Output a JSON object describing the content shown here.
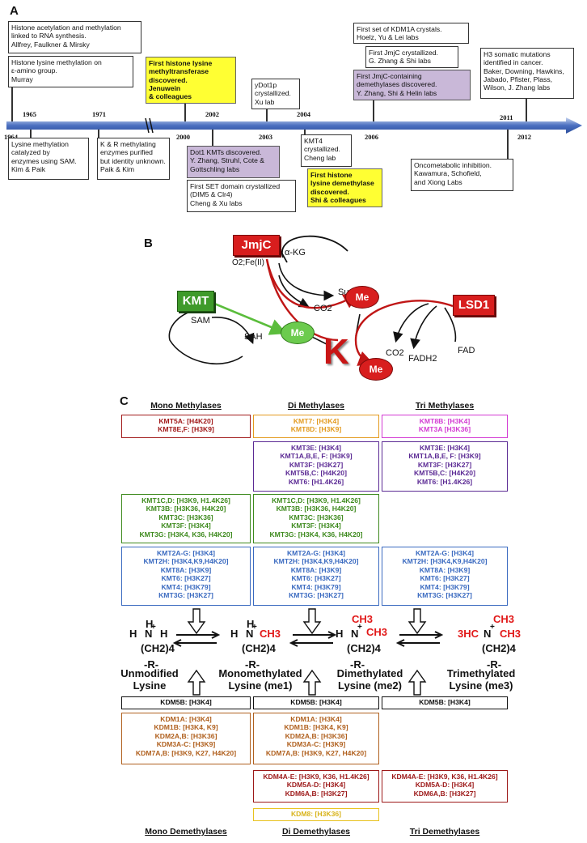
{
  "panelA": {
    "letter": "A",
    "years": [
      "1964",
      "1965",
      "1971",
      "2000",
      "2002",
      "2003",
      "2004",
      "2006",
      "2011",
      "2012"
    ],
    "events": {
      "e1": "Histone acetylation and methylation\nlinked to RNA synthesis.\nAllfrey, Faulkner & Mirsky",
      "e2": "Histone lysine methylation on\nε-amino group.\nMurray",
      "e3": "Lysine methylation\ncatalyzed by\nenzymes using SAM.\nKim & Paik",
      "e4": "K & R methylating\nenzymes purified\nbut identity unknown.\nPaik & Kim",
      "e5": "First histone lysine\nmethyltransferase\ndiscovered.\nJenuwein\n& colleagues",
      "e6": "Dot1 KMTs discovered.\nY. Zhang, Struhl, Cote &\nGottschling labs",
      "e7": "First SET domain crystallized\n(DIM5 & Clr4)\nCheng & Xu labs",
      "e8": "yDot1p\ncrystallized.\nXu lab",
      "e9": "KMT4\ncrystallized.\nCheng lab",
      "e10": "First histone\nlysine demethylase\ndiscovered.\nShi & colleagues",
      "e11": "First set of KDM1A crystals.\nHoelz, Yu & Lei labs",
      "e12": "First JmjC crystallized.\nG. Zhang & Shi labs",
      "e13": "First JmjC-containing\ndemethylases discovered.\nY. Zhang, Shi & Helin labs",
      "e14": "Oncometabolic inhibition.\nKawamura, Schofield,\nand Xiong Labs",
      "e15": "H3 somatic mutations\nidentified in cancer.\nBaker, Downing, Hawkins,\nJabado, Pfister, Plass,\nWilson, J. Zhang labs"
    }
  },
  "panelB": {
    "letter": "B",
    "jmjc": "JmjC",
    "cofactor": "O2;Fe(II)",
    "akg": "α-KG",
    "succinate": "Succinate",
    "co2": "CO2",
    "kmt": "KMT",
    "sam": "SAM",
    "sah": "SAH",
    "me": "Me",
    "k": "K",
    "lsd1": "LSD1",
    "fadh2": "FADH2",
    "fad": "FAD"
  },
  "panelC": {
    "letter": "C",
    "heads": {
      "mono_m": "Mono Methylases",
      "di_m": "Di Methylases",
      "tri_m": "Tri Methylases",
      "mono_d": "Mono Demethylases",
      "di_d": "Di Demethylases",
      "tri_d": "Tri Demethylases"
    },
    "boxes": {
      "m_red": "KMT5A: [H4K20]\nKMT8E,F: [H3K9]",
      "d_orange": "KMT7: [H3K4]\nKMT8D: [H3K9]",
      "t_magenta": "KMT8B: [H3K4]\nKMT3A [H3K36]",
      "purple": "KMT3E: [H3K4]\nKMT1A,B,E, F: [H3K9]\nKMT3F: [H3K27]\nKMT5B,C: [H4K20]\nKMT6: [H1.4K26]",
      "green": "KMT1C,D: [H3K9, H1.4K26]\nKMT3B: [H3K36, H4K20]\nKMT3C: [H3K36]\nKMT3F: [H3K4]\nKMT3G: [H3K4, K36, H4K20]",
      "blue": "KMT2A-G: [H3K4]\nKMT2H: [H3K4,K9,H4K20]\nKMT8A: [H3K9]\nKMT6: [H3K27]\nKMT4: [H3K79]\nKMT3G: [H3K27]",
      "kdm5b": "KDM5B: [H3K4]",
      "brown": "KDM1A: [H3K4]\nKDM1B: [H3K4, K9]\nKDM2A,B: [H3K36]\nKDM3A-C: [H3K9]\nKDM7A,B: [H3K9, K27, H4K20]",
      "darkred": "KDM4A-E: [H3K9, K36, H1.4K26]\nKDM5A-D: [H3K4]\nKDM6A,B: [H3K27]",
      "kdm8": "KDM8: [H3K36]"
    },
    "lysines": {
      "unmod": "Unmodified\nLysine",
      "mono": "Monomethylated\nLysine (me1)",
      "di": "Dimethylated\nLysine (me2)",
      "tri": "Trimethylated\nLysine (me3)"
    },
    "chem": {
      "h": "H",
      "n": "N",
      "ch3": "CH3",
      "hc3": "3HC",
      "plus": "+",
      "chain": "(CH2)4",
      "r": "-R-"
    }
  },
  "colors": {
    "red": "#a11a1a",
    "orange": "#e39a1e",
    "magenta": "#d33ad3",
    "purple": "#5b2a94",
    "green": "#3e8a1e",
    "blue": "#3a6ac0",
    "brown": "#b0601e",
    "darkred": "#9c1818",
    "yellowbox": "#ffff33",
    "purplebox": "#c9b8d8",
    "timeline": "#4a6fc0"
  }
}
